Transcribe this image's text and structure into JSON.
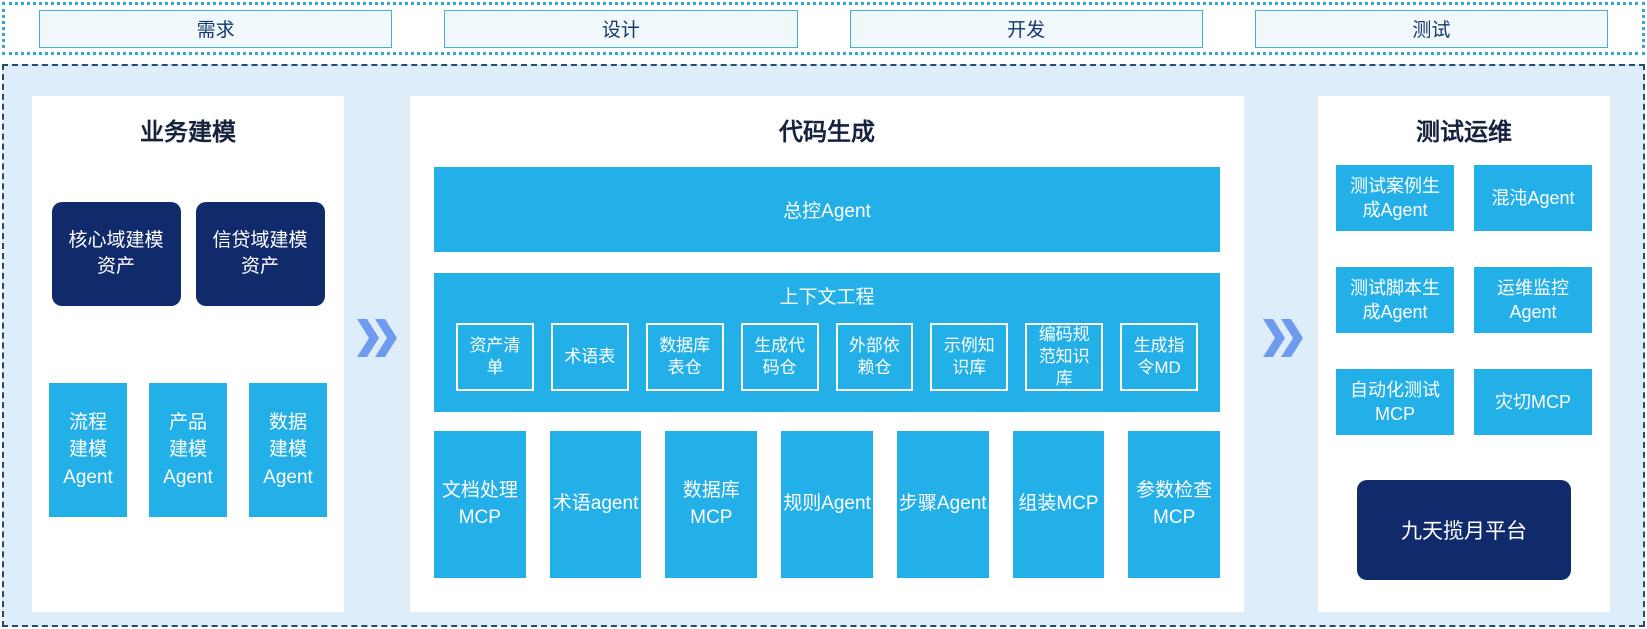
{
  "phases": {
    "items": [
      "需求",
      "设计",
      "开发",
      "测试"
    ]
  },
  "business_modeling": {
    "title": "业务建模",
    "assets": [
      "核心域建模\n资产",
      "信贷域建模\n资产"
    ],
    "agents": [
      "流程\n建模\nAgent",
      "产品\n建模\nAgent",
      "数据\n建模\nAgent"
    ]
  },
  "code_generation": {
    "title": "代码生成",
    "master_agent": "总控Agent",
    "context": {
      "title": "上下文工程",
      "items": [
        "资产清\n单",
        "术语表",
        "数据库\n表仓",
        "生成代\n码仓",
        "外部依\n赖仓",
        "示例知\n识库",
        "编码规\n范知识\n库",
        "生成指\n令MD"
      ]
    },
    "tools": [
      "文档处理\nMCP",
      "术语agent",
      "数据库\nMCP",
      "规则Agent",
      "步骤Agent",
      "组装MCP",
      "参数检查\nMCP"
    ]
  },
  "test_ops": {
    "title": "测试运维",
    "boxes": [
      "测试案例生\n成Agent",
      "混沌Agent",
      "测试脚本生\n成Agent",
      "运维监控\nAgent",
      "自动化测试\nMCP",
      "灾切MCP"
    ],
    "platform": "九天揽月平台"
  },
  "colors": {
    "cyan": "#23b0e8",
    "navy": "#102a6c",
    "arrow": "#6f9bee",
    "container_bg": "#ddeefa",
    "phase_border": "#2fa9d4",
    "main_border": "#2b4a68"
  }
}
